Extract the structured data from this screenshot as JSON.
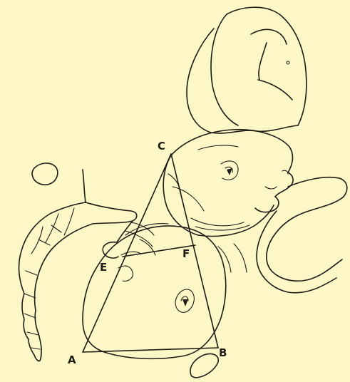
{
  "diagram": {
    "points": {
      "a": "A",
      "b": "B",
      "c": "C",
      "e": "E",
      "f": "F"
    },
    "colors": {
      "paper": "#fdf6c6",
      "ink": "#1e1c16"
    }
  }
}
